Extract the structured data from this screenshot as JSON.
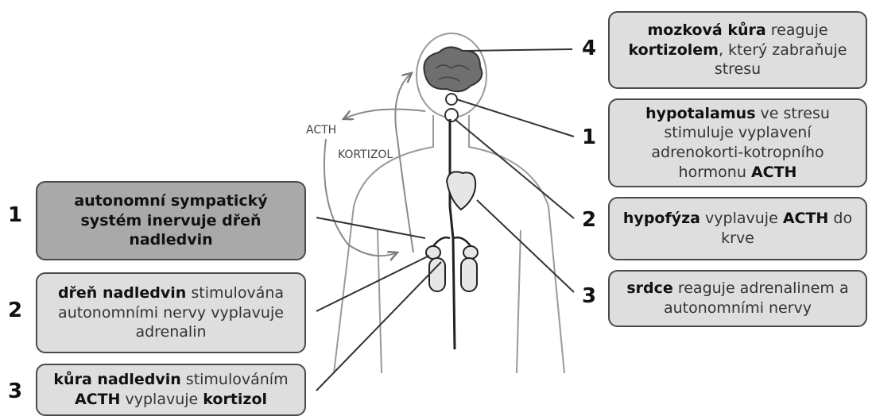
{
  "labels": {
    "acth": "ACTH",
    "kortizol": "KORTIZOL"
  },
  "right_boxes": [
    {
      "number": "4",
      "parts": [
        {
          "t": "mozková kůra",
          "b": true
        },
        {
          "t": " reaguje ",
          "b": false
        },
        {
          "t": "kortizolem",
          "b": true
        },
        {
          "t": ", který zabraňuje stresu",
          "b": false
        }
      ]
    },
    {
      "number": "1",
      "parts": [
        {
          "t": "hypotalamus",
          "b": true
        },
        {
          "t": " ve stresu stimuluje vyplavení adrenokorti-kotropního hormonu ",
          "b": false
        },
        {
          "t": "ACTH",
          "b": true
        }
      ]
    },
    {
      "number": "2",
      "parts": [
        {
          "t": "hypofýza",
          "b": true
        },
        {
          "t": " vyplavuje ",
          "b": false
        },
        {
          "t": "ACTH",
          "b": true
        },
        {
          "t": " do krve",
          "b": false
        }
      ]
    },
    {
      "number": "3",
      "parts": [
        {
          "t": "srdce",
          "b": true
        },
        {
          "t": " reaguje adrenalinem a autonomními nervy",
          "b": false
        }
      ]
    }
  ],
  "left_boxes": [
    {
      "number": "1",
      "parts": [
        {
          "t": "autonomní sympatický systém inervuje dřeň nadledvin",
          "b": true
        }
      ]
    },
    {
      "number": "2",
      "parts": [
        {
          "t": "dřeň nadledvin",
          "b": true
        },
        {
          "t": " stimulována autonomními nervy vyplavuje adrenalin",
          "b": false
        }
      ]
    },
    {
      "number": "3",
      "parts": [
        {
          "t": "kůra nadledvin",
          "b": true
        },
        {
          "t": " stimulováním ",
          "b": false
        },
        {
          "t": "ACTH",
          "b": true
        },
        {
          "t": " vyplavuje ",
          "b": false
        },
        {
          "t": "kortizol",
          "b": true
        }
      ]
    }
  ]
}
